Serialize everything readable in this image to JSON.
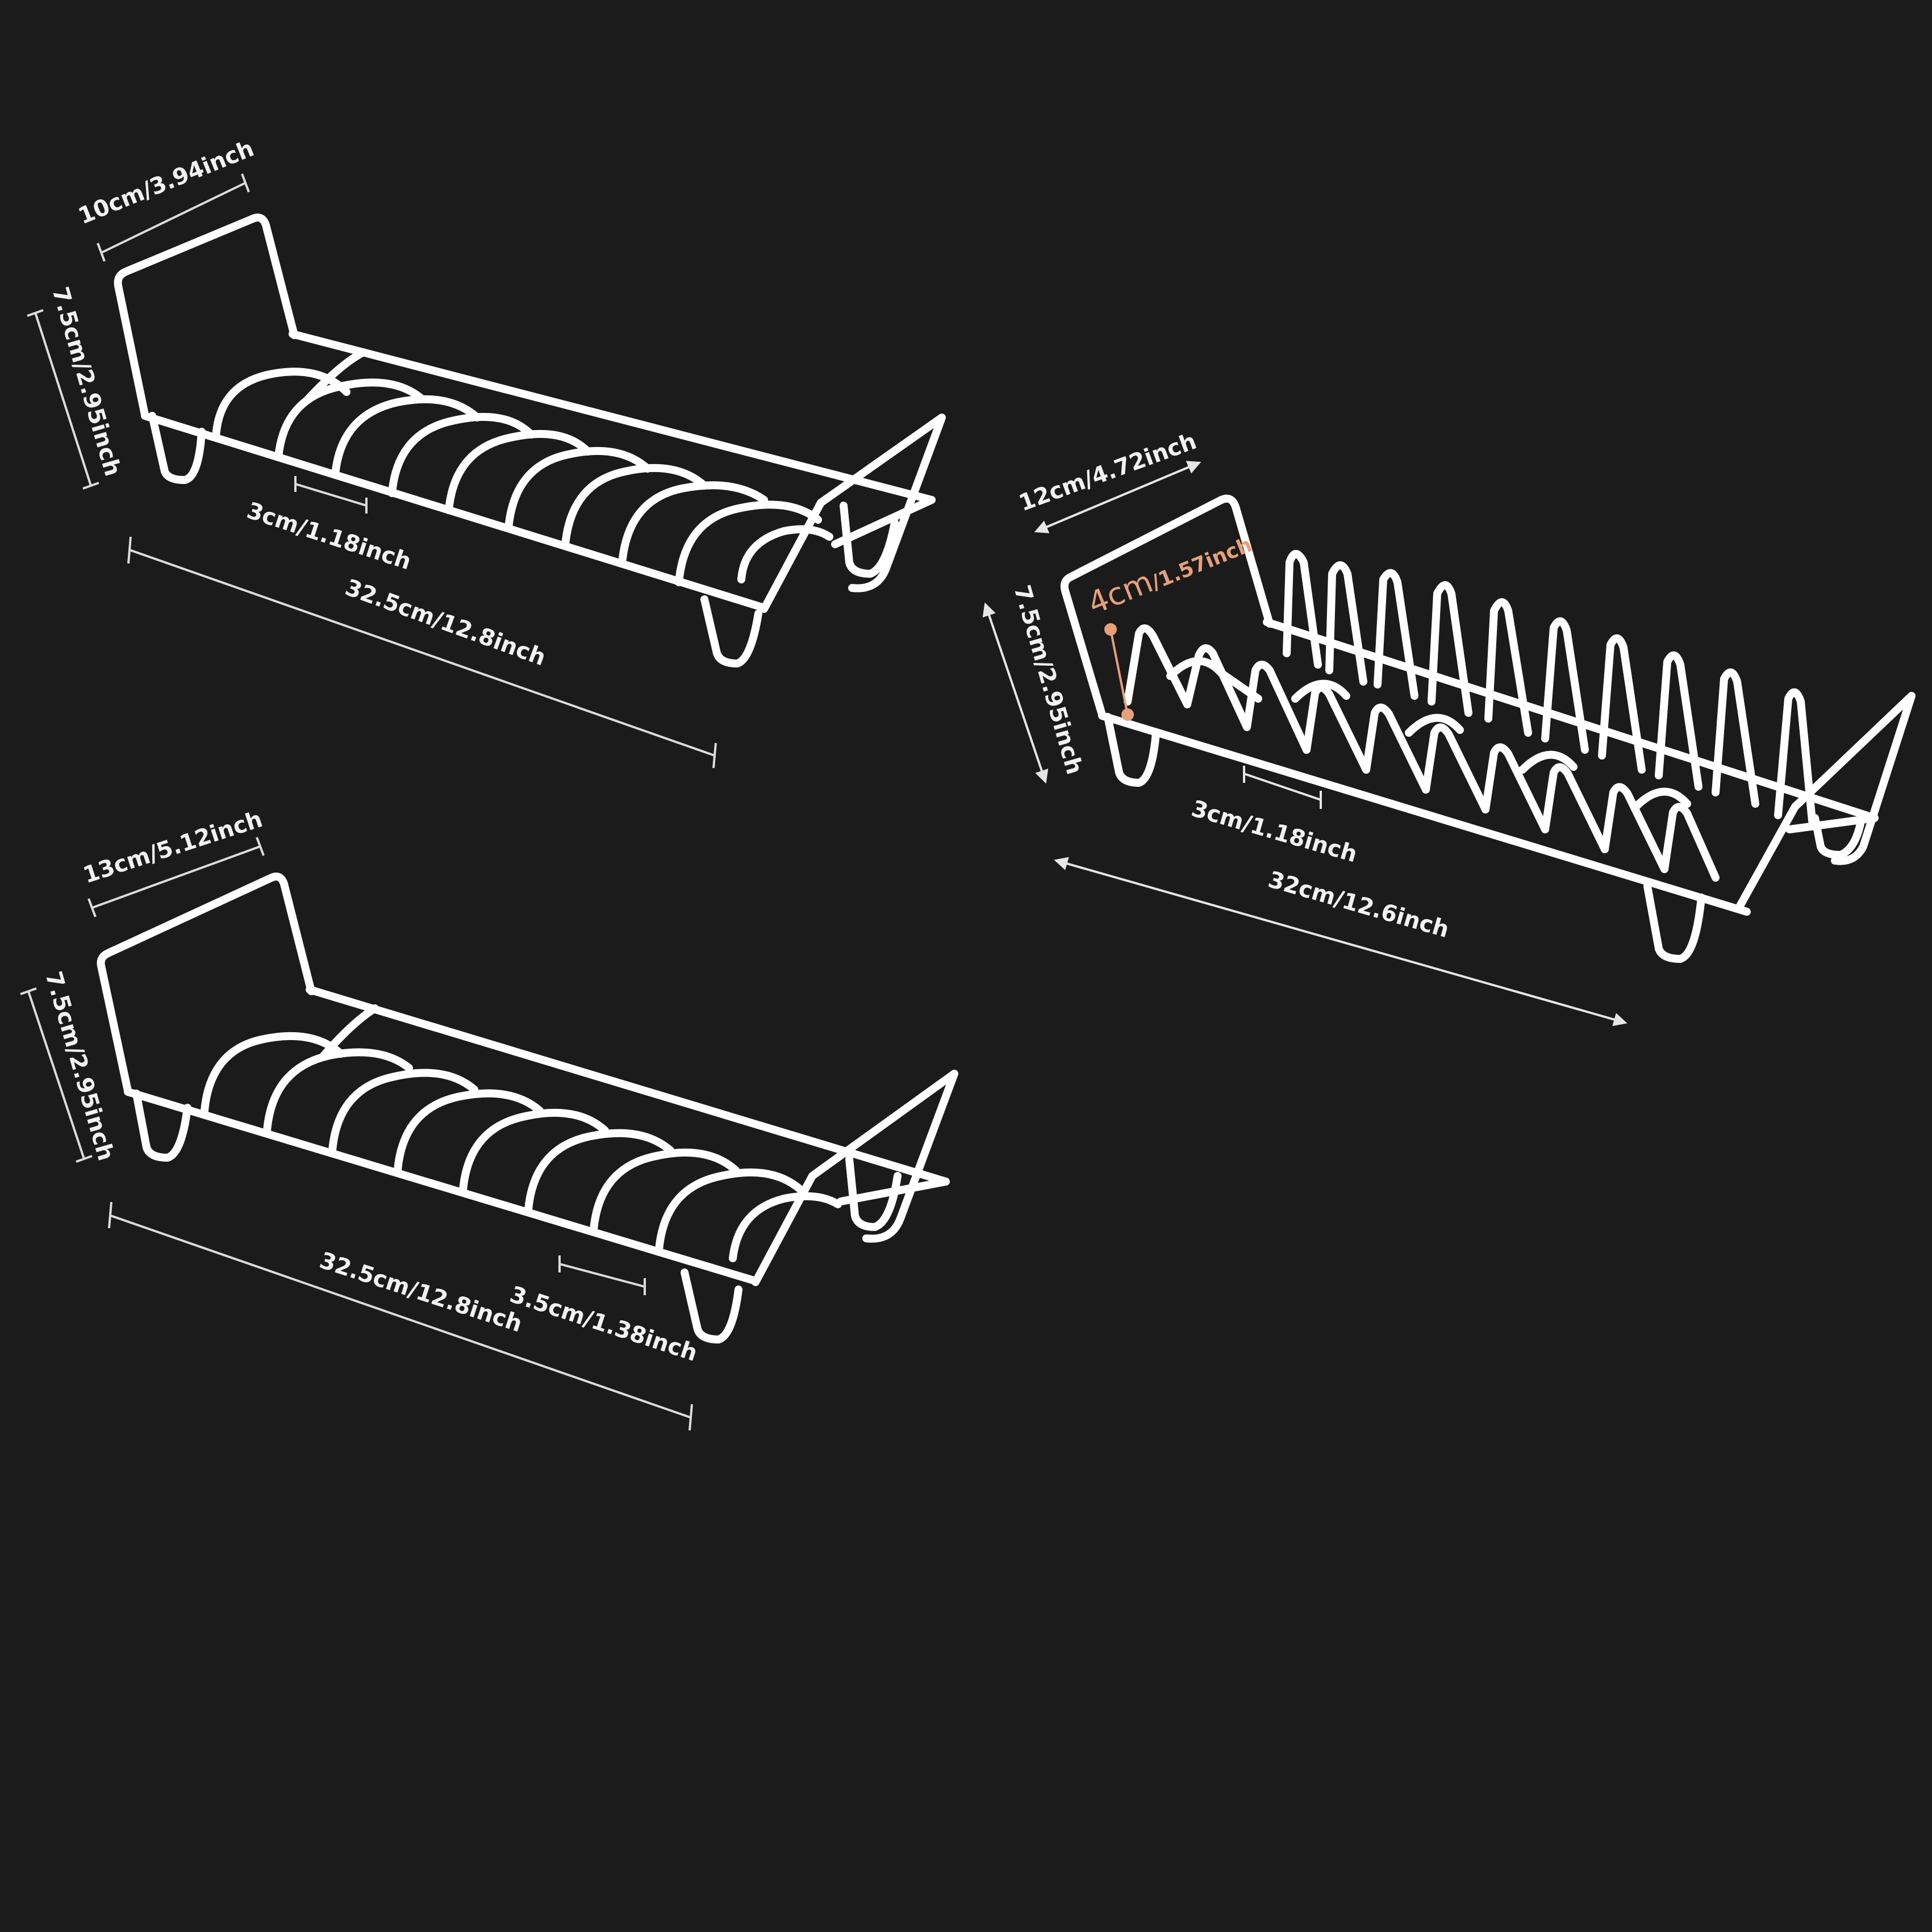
{
  "colors": {
    "background": "#1b1b1b",
    "wire": "#ffffff",
    "dimension_line": "#dcdcdc",
    "highlight": "#e6a07c"
  },
  "rack_a": {
    "width_label": "10cm/3.94inch",
    "height_label": "7.5cm/2.95inch",
    "slot_label": "3cm/1.18inch",
    "length_label": "32.5cm/12.8inch"
  },
  "rack_b": {
    "width_label": "13cm/5.12inch",
    "height_label": "7.5cm/2.95inch",
    "length_label": "32.5cm/12.8inch",
    "slot_label": "3.5cm/1.38inch"
  },
  "rack_c": {
    "width_label": "12cm/4.72inch",
    "height_label": "7.5cm/2.95inch",
    "tine_height_label_metric": "4cm",
    "tine_height_label_imperial": "/1.57inch",
    "slot_label": "3cm/1.18inch",
    "length_label": "32cm/12.6inch"
  }
}
